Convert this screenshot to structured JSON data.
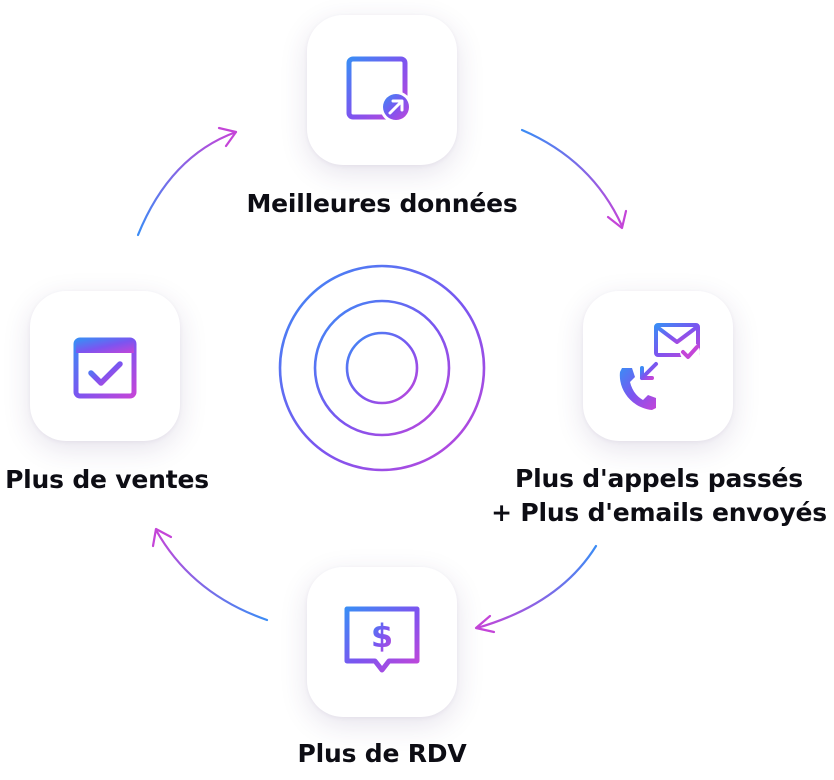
{
  "colors": {
    "gradient_start": "#3b8cf5",
    "gradient_mid": "#7b55f0",
    "gradient_end": "#c445d8",
    "text": "#0d0d14",
    "card_bg": "#ffffff"
  },
  "steps": [
    {
      "id": "top",
      "label": "Meilleures données",
      "icon": "document-share-icon"
    },
    {
      "id": "right",
      "label_line1": "Plus d'appels passés",
      "label_line2": "+ Plus d'emails envoyés",
      "icon": "call-email-icon"
    },
    {
      "id": "bottom",
      "label": "Plus de RDV",
      "icon": "dollar-speech-icon"
    },
    {
      "id": "left",
      "label": "Plus de ventes",
      "icon": "calendar-check-icon"
    }
  ],
  "center_icon": "target-icon"
}
